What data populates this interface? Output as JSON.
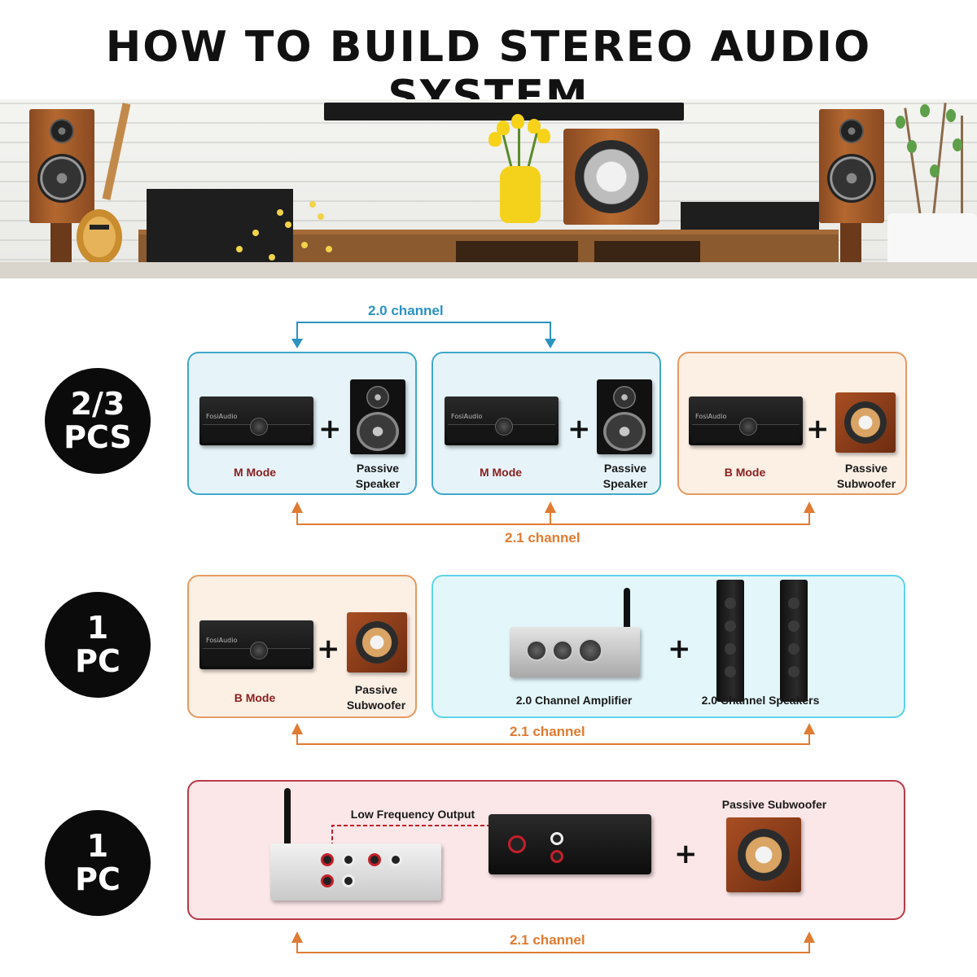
{
  "title": "HOW TO BUILD STEREO AUDIO SYSTEM",
  "rows": [
    {
      "badge": [
        "2/3",
        "PCS"
      ],
      "top_channel": "2.0 channel",
      "bottom_channel": "2.1 channel",
      "boxes": [
        {
          "left_caption": "M Mode",
          "right_caption": [
            "Passive",
            "Speaker"
          ]
        },
        {
          "left_caption": "M Mode",
          "right_caption": [
            "Passive",
            "Speaker"
          ]
        },
        {
          "left_caption": "B Mode",
          "right_caption": [
            "Passive",
            "Subwoofer"
          ]
        }
      ]
    },
    {
      "badge": [
        "1",
        "PC"
      ],
      "bottom_channel": "2.1 channel",
      "boxes": [
        {
          "left_caption": "B Mode",
          "right_caption": [
            "Passive",
            "Subwoofer"
          ]
        },
        {
          "left_caption": "2.0 Channel Amplifier",
          "right_caption": "2.0 Channel Speakers"
        }
      ]
    },
    {
      "badge": [
        "1",
        "PC"
      ],
      "bottom_channel": "2.1 channel",
      "low_frequency_label": "Low Frequency Output",
      "sub_label": "Passive Subwoofer"
    }
  ],
  "plus": "+",
  "amp_logo": "FosiAudio",
  "colors": {
    "blue": "#3fa8c8",
    "orange": "#e07b32",
    "red": "#b83a48"
  }
}
